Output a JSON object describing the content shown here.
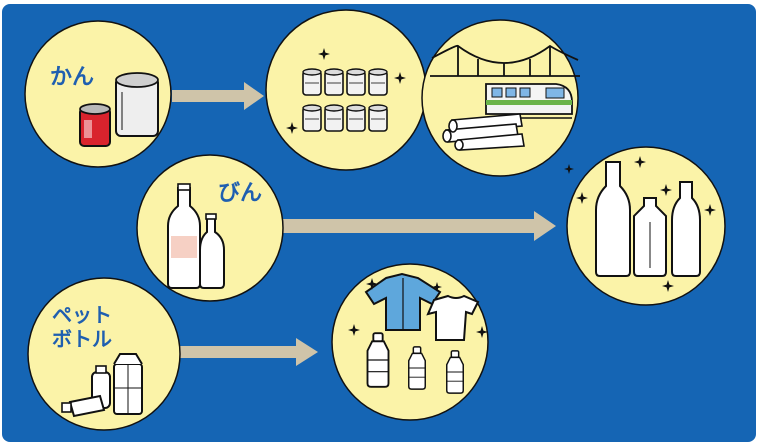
{
  "labels": {
    "can": "かん",
    "bin": "びん",
    "pet_line1": "ペット",
    "pet_line2": "ボトル"
  },
  "colors": {
    "background": "#1565b4",
    "circle": "#fbf3a8",
    "arrow": "#cfc4a9",
    "label": "#1f5fb0",
    "can_red": "#d9232d",
    "bottle_tint": "#f6d0c4",
    "shirt_blue": "#5ea7dc",
    "train_green": "#6bb44a"
  },
  "icons": [
    "aluminum-can-icon",
    "steel-can-icon",
    "stacked-cans-icon",
    "suspension-bridge-icon",
    "train-icon",
    "steel-pipes-icon",
    "glass-bottle-icon",
    "pet-bottle-icon",
    "shirt-icon",
    "t-shirt-icon",
    "sparkle-icon"
  ]
}
